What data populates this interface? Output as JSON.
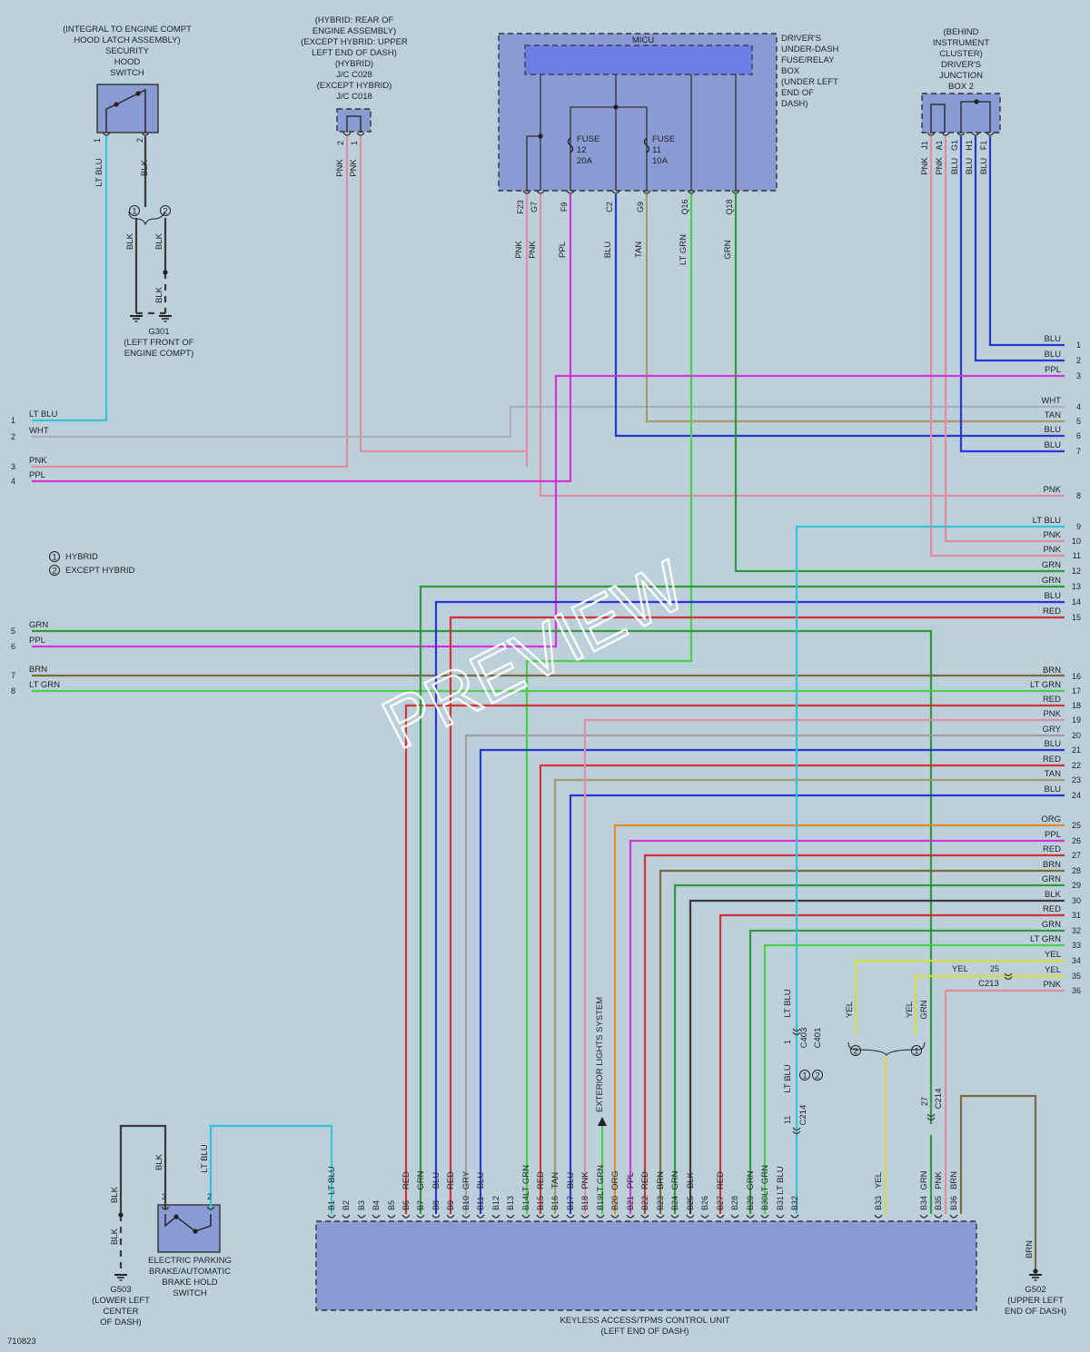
{
  "colors": {
    "background": "#bcd0dc",
    "component_fill": "#8a9bd4",
    "LT BLU": "#33c4d4",
    "WHT": "#a9b0b4",
    "PNK": "#e08da0",
    "PPL": "#d633d6",
    "BLU": "#2a35d8",
    "TAN": "#a49a6a",
    "GRN": "#2f9a3a",
    "RED": "#d23434",
    "BRN": "#7e6a38",
    "LT GRN": "#48d048",
    "GRY": "#9aa0a4",
    "ORG": "#e08a2a",
    "BLK": "#3a3a3a",
    "YEL": "#d8d840"
  },
  "components": {
    "hood_switch": {
      "lines": [
        "(INTEGRAL TO ENGINE COMPT",
        "HOOD LATCH ASSEMBLY)",
        "SECURITY",
        "HOOD",
        "SWITCH"
      ],
      "pins": [
        "1",
        "2"
      ]
    },
    "jc": {
      "lines": [
        "(HYBRID: REAR OF",
        "ENGINE ASSEMBLY)",
        "(EXCEPT HYBRID: UPPER",
        "LEFT END OF DASH)",
        "(HYBRID)",
        "J/C C028",
        "(EXCEPT HYBRID)",
        "J/C C018"
      ],
      "pins": [
        "2",
        "1"
      ]
    },
    "micu": {
      "title": "MICU",
      "desc": [
        "DRIVER'S",
        "UNDER-DASH",
        "FUSE/RELAY",
        "BOX",
        "(UNDER LEFT",
        "END OF",
        "DASH)"
      ],
      "fuse12": [
        "FUSE",
        "12",
        "20A"
      ],
      "fuse11": [
        "FUSE",
        "11",
        "10A"
      ],
      "pins": [
        "F23",
        "G7",
        "F9",
        "C2",
        "G9",
        "Q16",
        "Q18"
      ]
    },
    "junction_box": {
      "lines": [
        "(BEHIND",
        "INSTRUMENT",
        "CLUSTER)",
        "DRIVER'S",
        "JUNCTION",
        "BOX 2"
      ],
      "pins": [
        "J1",
        "A1",
        "G1",
        "H1",
        "F1"
      ]
    },
    "g301": {
      "lines": [
        "G301",
        "(LEFT FRONT OF",
        "ENGINE COMPT)"
      ]
    },
    "legend": {
      "hybrid": "HYBRID",
      "except": "EXCEPT HYBRID"
    },
    "epb": {
      "lines": [
        "ELECTRIC PARKING",
        "BRAKE/AUTOMATIC",
        "BRAKE HOLD",
        "SWITCH"
      ],
      "pins": [
        "3",
        "2"
      ]
    },
    "g503": {
      "lines": [
        "G503",
        "(LOWER LEFT",
        "CENTER",
        "OF DASH)"
      ]
    },
    "g502": {
      "lines": [
        "G502",
        "(UPPER LEFT",
        "END OF DASH)"
      ]
    },
    "control_unit": {
      "lines": [
        "KEYLESS ACCESS/TPMS CONTROL UNIT",
        "(LEFT END OF DASH)"
      ]
    },
    "exterior_lights": "EXTERIOR LIGHTS SYSTEM",
    "c403": [
      "C403",
      "C401"
    ],
    "c214": "C214",
    "c213": "C213",
    "pin_1": "1",
    "pin_11": "11",
    "pin_27": "27",
    "pin_25": "25"
  },
  "wire_labels": {
    "hood_1": "LT BLU",
    "hood_2": "BLK",
    "g301_a": "BLK",
    "g301_b": "BLK",
    "g301_c": "BLK",
    "jc_2": "PNK",
    "jc_1": "PNK",
    "micu_F23": "PNK",
    "micu_G7": "PNK",
    "micu_F9": "PPL",
    "micu_C2": "BLU",
    "micu_G9": "TAN",
    "micu_Q16": "LT GRN",
    "micu_Q18": "GRN",
    "jb_J1": "PNK",
    "jb_A1": "PNK",
    "jb_G1": "BLU",
    "jb_H1": "BLU",
    "jb_F1": "BLU",
    "epb_3": "BLK",
    "epb_2": "LT BLU",
    "g503_a": "BLK",
    "g503_b": "BLK",
    "g502": "BRN",
    "c403": "LT BLU",
    "c214_blu": "LT BLU",
    "yel_2": "YEL",
    "yel_1": "YEL",
    "grn_1": "GRN",
    "c214_grn": "GRN"
  },
  "left_refs": [
    {
      "n": "1",
      "label": "LT BLU"
    },
    {
      "n": "2",
      "label": "WHT"
    },
    {
      "n": "3",
      "label": "PNK"
    },
    {
      "n": "4",
      "label": "PPL"
    },
    {
      "n": "5",
      "label": "GRN"
    },
    {
      "n": "6",
      "label": "PPL"
    },
    {
      "n": "7",
      "label": "BRN"
    },
    {
      "n": "8",
      "label": "LT GRN"
    }
  ],
  "right_refs": [
    {
      "n": "1",
      "label": "BLU"
    },
    {
      "n": "2",
      "label": "BLU"
    },
    {
      "n": "3",
      "label": "PPL"
    },
    {
      "n": "4",
      "label": "WHT"
    },
    {
      "n": "5",
      "label": "TAN"
    },
    {
      "n": "6",
      "label": "BLU"
    },
    {
      "n": "7",
      "label": "BLU"
    },
    {
      "n": "8",
      "label": "PNK"
    },
    {
      "n": "9",
      "label": "LT BLU"
    },
    {
      "n": "10",
      "label": "PNK"
    },
    {
      "n": "11",
      "label": "PNK"
    },
    {
      "n": "12",
      "label": "GRN"
    },
    {
      "n": "13",
      "label": "GRN"
    },
    {
      "n": "14",
      "label": "BLU"
    },
    {
      "n": "15",
      "label": "RED"
    },
    {
      "n": "16",
      "label": "BRN"
    },
    {
      "n": "17",
      "label": "LT GRN"
    },
    {
      "n": "18",
      "label": "RED"
    },
    {
      "n": "19",
      "label": "PNK"
    },
    {
      "n": "20",
      "label": "GRY"
    },
    {
      "n": "21",
      "label": "BLU"
    },
    {
      "n": "22",
      "label": "RED"
    },
    {
      "n": "23",
      "label": "TAN"
    },
    {
      "n": "24",
      "label": "BLU"
    },
    {
      "n": "25",
      "label": "ORG"
    },
    {
      "n": "26",
      "label": "PPL"
    },
    {
      "n": "27",
      "label": "RED"
    },
    {
      "n": "28",
      "label": "BRN"
    },
    {
      "n": "29",
      "label": "GRN"
    },
    {
      "n": "30",
      "label": "BLK"
    },
    {
      "n": "31",
      "label": "RED"
    },
    {
      "n": "32",
      "label": "GRN"
    },
    {
      "n": "33",
      "label": "LT GRN"
    },
    {
      "n": "34",
      "label": "YEL"
    },
    {
      "n": "35",
      "label": "YEL"
    },
    {
      "n": "36",
      "label": "PNK"
    }
  ],
  "extra_wire_label_35": "YEL",
  "unit_pins": [
    {
      "pin": "B1",
      "wire": "LT BLU"
    },
    {
      "pin": "B2",
      "wire": ""
    },
    {
      "pin": "B3",
      "wire": ""
    },
    {
      "pin": "B4",
      "wire": ""
    },
    {
      "pin": "B5",
      "wire": ""
    },
    {
      "pin": "B6",
      "wire": "RED"
    },
    {
      "pin": "B7",
      "wire": "GRN"
    },
    {
      "pin": "B8",
      "wire": "BLU"
    },
    {
      "pin": "B9",
      "wire": "RED"
    },
    {
      "pin": "B10",
      "wire": "GRY"
    },
    {
      "pin": "B11",
      "wire": "BLU"
    },
    {
      "pin": "B12",
      "wire": ""
    },
    {
      "pin": "B13",
      "wire": ""
    },
    {
      "pin": "B14",
      "wire": "LT GRN"
    },
    {
      "pin": "B15",
      "wire": "RED"
    },
    {
      "pin": "B16",
      "wire": "TAN"
    },
    {
      "pin": "B17",
      "wire": "BLU"
    },
    {
      "pin": "B18",
      "wire": "PNK"
    },
    {
      "pin": "B19",
      "wire": "LT GRN"
    },
    {
      "pin": "B20",
      "wire": "ORG"
    },
    {
      "pin": "B21",
      "wire": "PPL"
    },
    {
      "pin": "B22",
      "wire": "RED"
    },
    {
      "pin": "B23",
      "wire": "BRN"
    },
    {
      "pin": "B24",
      "wire": "GRN"
    },
    {
      "pin": "B25",
      "wire": "BLK"
    },
    {
      "pin": "B26",
      "wire": ""
    },
    {
      "pin": "B27",
      "wire": "RED"
    },
    {
      "pin": "B28",
      "wire": ""
    },
    {
      "pin": "B29",
      "wire": "GRN"
    },
    {
      "pin": "B30",
      "wire": "LT GRN"
    },
    {
      "pin": "B31",
      "wire": "LT BLU"
    },
    {
      "pin": "B32",
      "wire": ""
    },
    {
      "pin": "B33",
      "wire": "YEL"
    },
    {
      "pin": "B34",
      "wire": "GRN"
    },
    {
      "pin": "B35",
      "wire": "PNK"
    },
    {
      "pin": "B36",
      "wire": "BRN"
    }
  ],
  "watermark": "PREVIEW",
  "diagram_id": "710823"
}
